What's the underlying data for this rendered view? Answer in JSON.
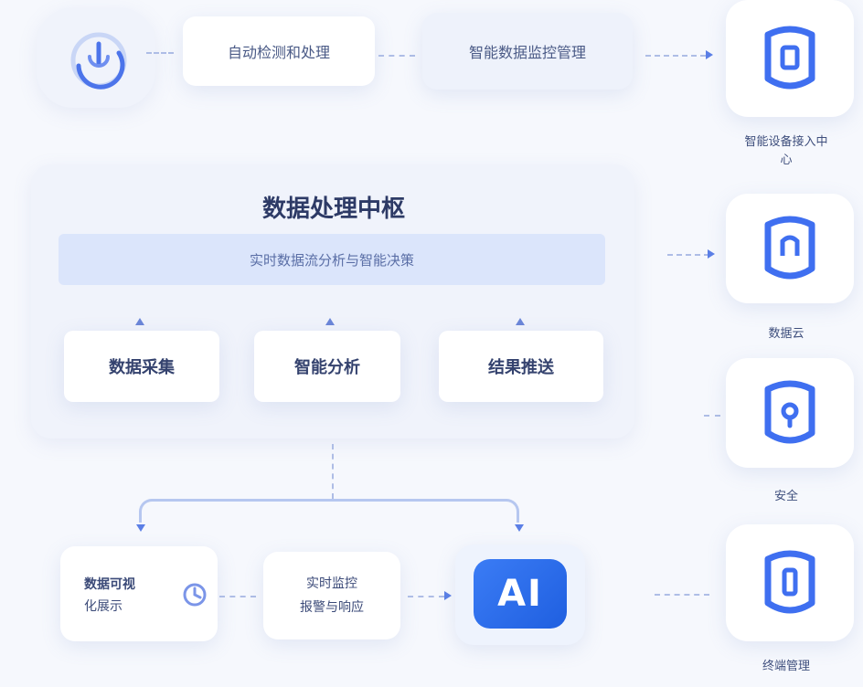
{
  "top_row": {
    "step1_label": "自动检测和处理",
    "step2_label": "智能数据监控管理"
  },
  "center_panel": {
    "title": "数据处理中枢",
    "banner_text": "实时数据流分析与智能决策",
    "modules": [
      {
        "label": "数据采集"
      },
      {
        "label": "智能分析"
      },
      {
        "label": "结果推送"
      }
    ]
  },
  "bottom_row": {
    "node1_label_line1": "数据可视",
    "node1_label_line2": "化展示",
    "node2_label_line1": "实时监控",
    "node2_label_line2": "报警与响应",
    "ai_badge": "AI"
  },
  "side_nodes": [
    {
      "caption": "智能设备接入中心",
      "icon": "shield-icon"
    },
    {
      "caption": "数据云",
      "icon": "cloud-shield-icon"
    },
    {
      "caption": "安全",
      "icon": "lock-shield-icon"
    },
    {
      "caption": "终端管理",
      "icon": "device-shield-icon"
    }
  ],
  "colors": {
    "accent": "#3f6ff0",
    "accent_light": "#dbe5fb",
    "background": "#f6f8fd"
  }
}
